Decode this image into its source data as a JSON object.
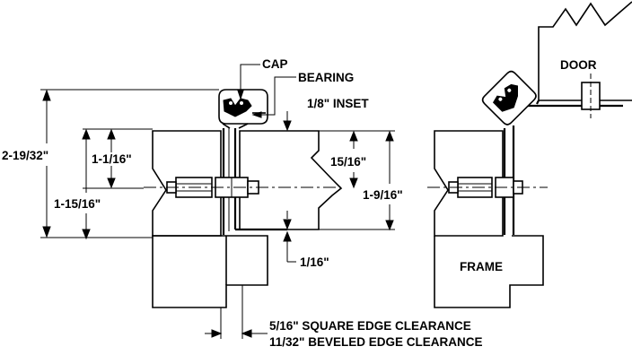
{
  "labels": {
    "cap": "CAP",
    "bearing": "BEARING",
    "inset": "1/8\" INSET",
    "door": "DOOR",
    "frame": "FRAME",
    "dim_overall": "2-19/32\"",
    "dim_upper_left": "1-1/16\"",
    "dim_lower_left": "1-15/16\"",
    "dim_door_upper": "15/16\"",
    "dim_door_total": "1-9/16\"",
    "dim_bottom": "1/16\"",
    "clearance_square": "5/16\" SQUARE EDGE CLEARANCE",
    "clearance_beveled": "11/32\" BEVELED EDGE CLEARANCE"
  },
  "colors": {
    "line": "#000000",
    "background": "#ffffff"
  }
}
